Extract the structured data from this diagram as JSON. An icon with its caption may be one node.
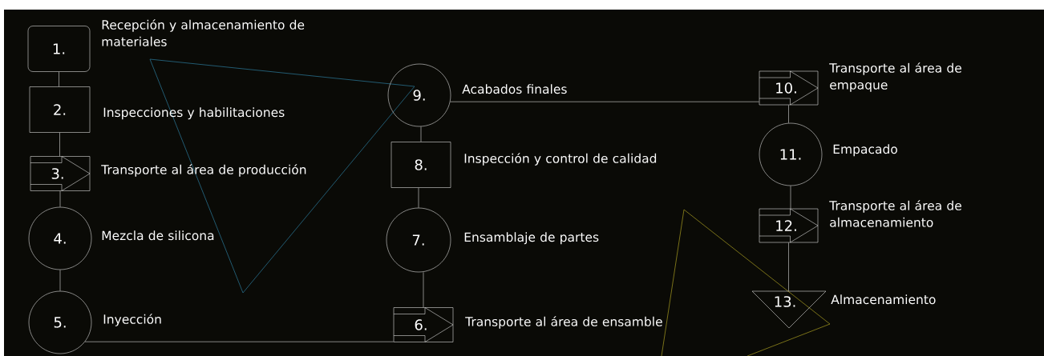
{
  "diagram": {
    "nodes": [
      {
        "text": [
          "1."
        ],
        "beside": [
          "Recepción y almacenamiento de materiales"
        ]
      },
      {
        "text": [
          "2."
        ],
        "beside": [
          "Inspecciones y habilitaciones"
        ]
      },
      {
        "text": [
          "3."
        ],
        "beside": [
          "Transporte al área de producción"
        ]
      },
      {
        "text": [
          "4."
        ],
        "beside": [
          "Mezcla de silicona"
        ]
      },
      {
        "text": [
          "5."
        ],
        "beside": [
          "Inyección"
        ]
      },
      {
        "text": [
          "6."
        ],
        "beside": [
          "Transporte al área de ensamble"
        ]
      },
      {
        "text": [
          "7."
        ],
        "beside": [
          "Ensamblaje de partes"
        ]
      },
      {
        "text": [
          "8."
        ],
        "beside": [
          "Inspección y control de calidad"
        ]
      },
      {
        "text": [
          "9."
        ],
        "beside": [
          "Acabados finales"
        ]
      },
      {
        "text": [
          "10."
        ],
        "beside": [
          "Transporte al área de empaque"
        ]
      },
      {
        "text": [
          "11."
        ],
        "beside": [
          "Empacado"
        ]
      },
      {
        "text": [
          "12."
        ],
        "beside": [
          "Transporte al área de almacenamiento"
        ]
      },
      {
        "text": [
          "13."
        ],
        "beside": [
          "Almacenamiento"
        ]
      }
    ],
    "edges": [
      {
        "from": 0,
        "to": 1,
        "arrow": "none"
      },
      {
        "from": 1,
        "to": 2,
        "arrow": "none"
      },
      {
        "from": 2,
        "to": 3,
        "arrow": "none"
      },
      {
        "from": 3,
        "to": 4,
        "arrow": "none"
      },
      {
        "from": 4,
        "to": 5,
        "arrow": "none"
      },
      {
        "from": 5,
        "to": 6,
        "arrow": "none"
      },
      {
        "from": 6,
        "to": 7,
        "arrow": "none"
      },
      {
        "from": 7,
        "to": 8,
        "arrow": "none"
      },
      {
        "from": 8,
        "to": 9,
        "arrow": "none"
      },
      {
        "from": 9,
        "to": 10,
        "arrow": "none"
      },
      {
        "from": 10,
        "to": 11,
        "arrow": "none"
      },
      {
        "from": 11,
        "to": 12,
        "arrow": "none"
      }
    ]
  }
}
